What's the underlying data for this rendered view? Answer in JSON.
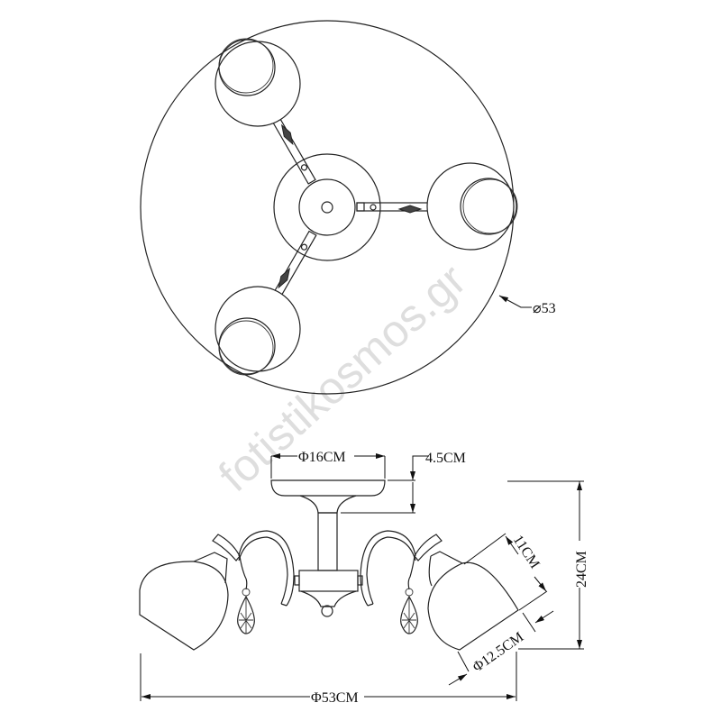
{
  "watermark": "fotistikosmos.gr",
  "top_view": {
    "diameter_label": "⌀53"
  },
  "side_view": {
    "canopy_diameter": "Φ16CM",
    "canopy_height": "4.5CM",
    "total_height": "24CM",
    "shade_height": "11CM",
    "shade_diameter": "Φ12.5CM",
    "total_diameter": "Φ53CM"
  },
  "colors": {
    "line": "#222222",
    "watermark": "#d4d4d4"
  }
}
